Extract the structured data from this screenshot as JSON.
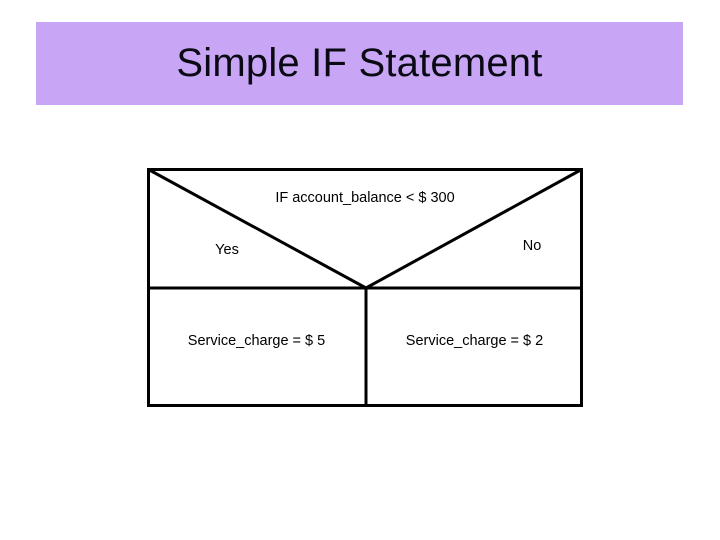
{
  "slide": {
    "title": "Simple IF Statement",
    "banner_color": "#c9a6f5",
    "background_color": "#ffffff",
    "text_color": "#000000"
  },
  "structogram": {
    "type": "nassi-shneiderman-if-then-else",
    "condition": "IF account_balance < $ 300",
    "branches": [
      {
        "label": "Yes",
        "statement": "Service_charge = $ 5"
      },
      {
        "label": "No",
        "statement": "Service_charge = $ 2"
      }
    ],
    "border_color": "#000000"
  }
}
